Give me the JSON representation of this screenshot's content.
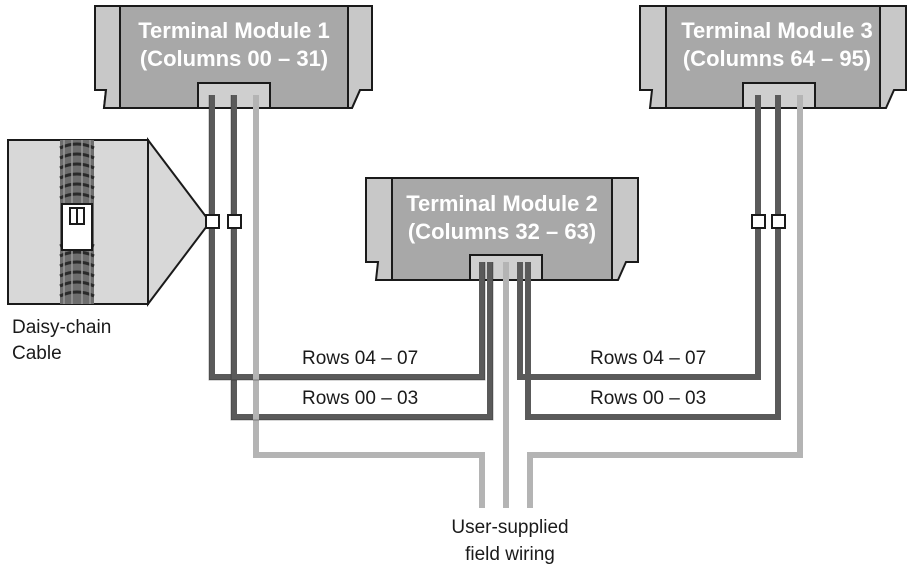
{
  "modules": [
    {
      "title": "Terminal Module 1",
      "columns": "(Columns 00 – 31)"
    },
    {
      "title": "Terminal Module 2",
      "columns": "(Columns 32 – 63)"
    },
    {
      "title": "Terminal Module 3",
      "columns": "(Columns 64 – 95)"
    }
  ],
  "labels": {
    "daisy_chain_line1": "Daisy-chain",
    "daisy_chain_line2": "Cable",
    "rows_04_07_left": "Rows 04 – 07",
    "rows_00_03_left": "Rows 00 – 03",
    "rows_04_07_right": "Rows 04 – 07",
    "rows_00_03_right": "Rows 00 – 03",
    "field_wiring_line1": "User-supplied",
    "field_wiring_line2": "field wiring"
  },
  "colors": {
    "module_fill": "#c8c8c8",
    "module_inner": "#a8a8a8",
    "outline": "#1a1a1a",
    "cable_dark": "#5a5a5a",
    "cable_light": "#b4b4b4"
  }
}
